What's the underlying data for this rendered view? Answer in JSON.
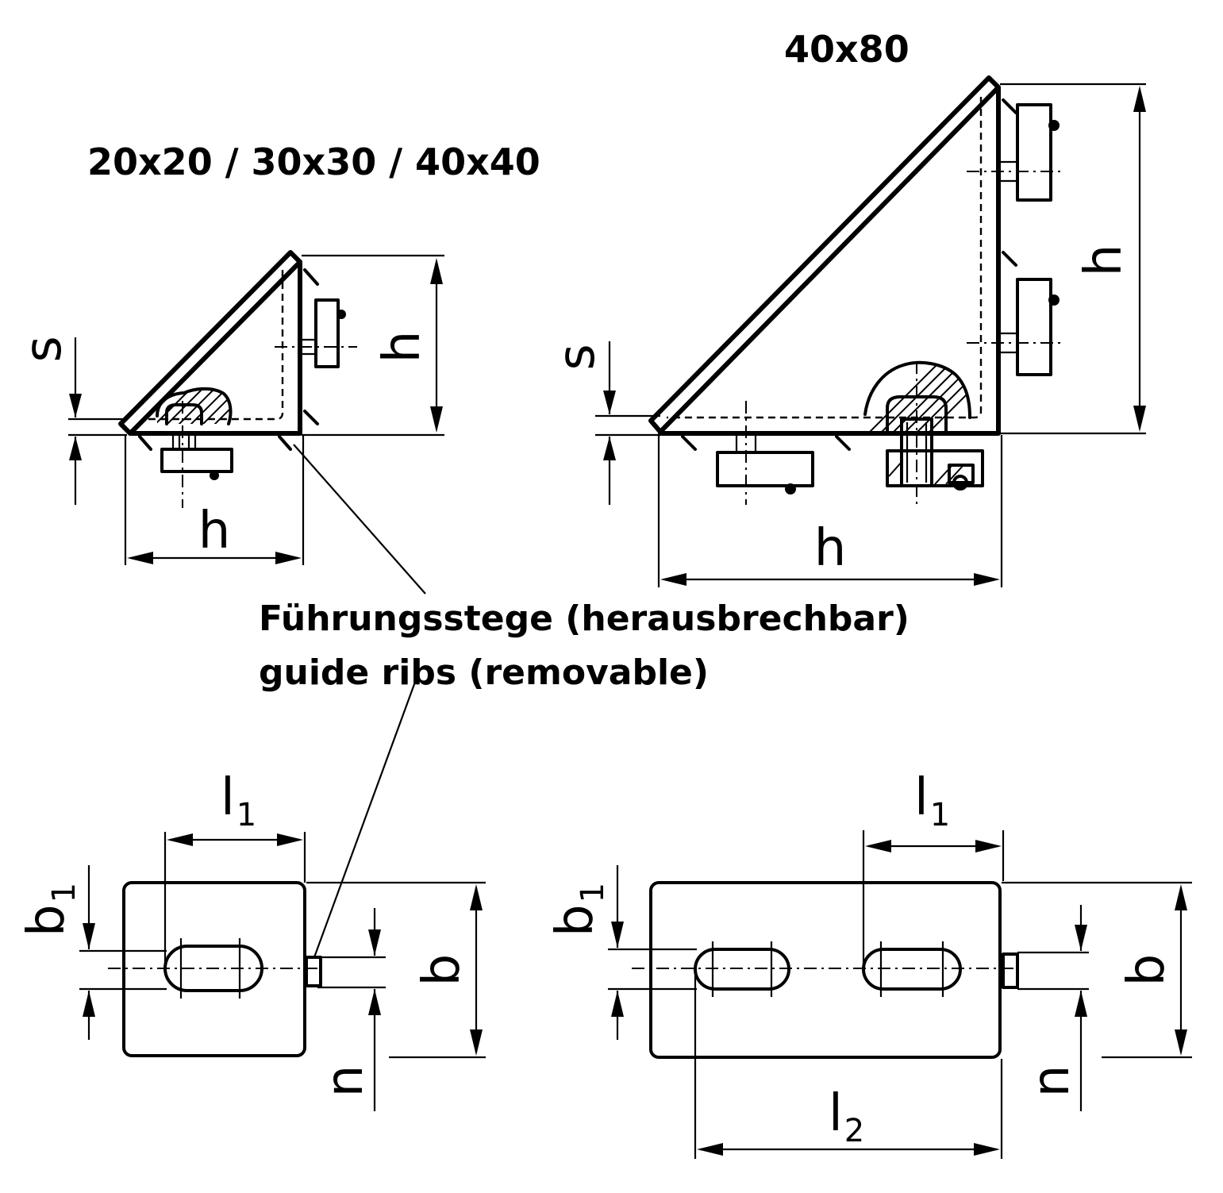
{
  "titles": {
    "left": "20x20 / 30x30 / 40x40",
    "right": "40x80"
  },
  "callout": {
    "line1": "Führungsstege (herausbrechbar)",
    "line2": "guide ribs (removable)"
  },
  "dimensions": {
    "h": "h",
    "s": "s",
    "b": "b",
    "b1_base": "b",
    "b1_sub": "1",
    "l1_base": "l",
    "l1_sub": "1",
    "l2_base": "l",
    "l2_sub": "2",
    "n": "n"
  }
}
